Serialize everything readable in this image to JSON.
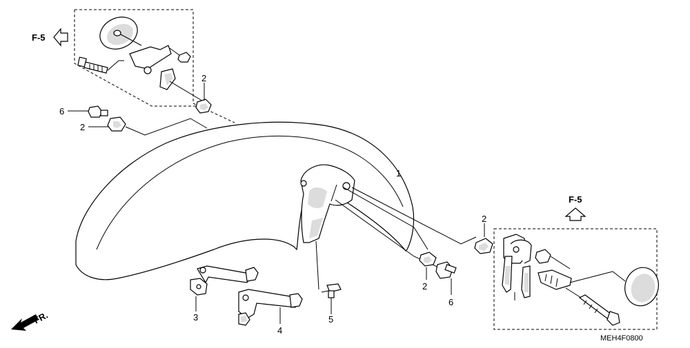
{
  "callouts": {
    "c1": "1",
    "c2a": "2",
    "c2b": "2",
    "c2c": "2",
    "c2d": "2",
    "c3": "3",
    "c4": "4",
    "c5": "5",
    "c6a": "6",
    "c6b": "6"
  },
  "refs": {
    "left_ref": "F-5",
    "right_ref": "F-5"
  },
  "direction_label": "FR.",
  "diagram_code": "MEH4F0800",
  "icons": {
    "ref_arrow_left": "arrow-left-outline-icon",
    "ref_arrow_up": "arrow-up-outline-icon",
    "front_arrow": "front-direction-arrow-icon"
  }
}
